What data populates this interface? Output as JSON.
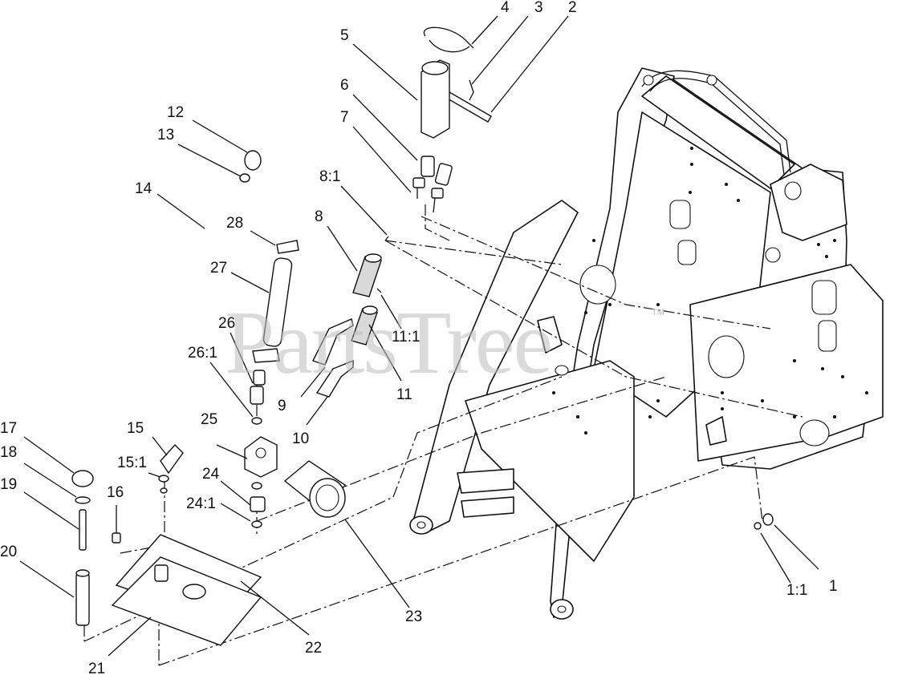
{
  "watermark": {
    "text": "PartsTree",
    "trademark": "TM"
  },
  "callouts": [
    {
      "id": "c1",
      "label": "1"
    },
    {
      "id": "c1-1",
      "label": "1:1"
    },
    {
      "id": "c2",
      "label": "2"
    },
    {
      "id": "c3",
      "label": "3"
    },
    {
      "id": "c4",
      "label": "4"
    },
    {
      "id": "c5",
      "label": "5"
    },
    {
      "id": "c6",
      "label": "6"
    },
    {
      "id": "c7",
      "label": "7"
    },
    {
      "id": "c8-1",
      "label": "8:1"
    },
    {
      "id": "c8",
      "label": "8"
    },
    {
      "id": "c9",
      "label": "9"
    },
    {
      "id": "c10",
      "label": "10"
    },
    {
      "id": "c11-1",
      "label": "11:1"
    },
    {
      "id": "c11",
      "label": "11"
    },
    {
      "id": "c12",
      "label": "12"
    },
    {
      "id": "c13",
      "label": "13"
    },
    {
      "id": "c14",
      "label": "14"
    },
    {
      "id": "c15",
      "label": "15"
    },
    {
      "id": "c15-1",
      "label": "15:1"
    },
    {
      "id": "c16",
      "label": "16"
    },
    {
      "id": "c17",
      "label": "17"
    },
    {
      "id": "c18",
      "label": "18"
    },
    {
      "id": "c19",
      "label": "19"
    },
    {
      "id": "c20",
      "label": "20"
    },
    {
      "id": "c21",
      "label": "21"
    },
    {
      "id": "c22",
      "label": "22"
    },
    {
      "id": "c23",
      "label": "23"
    },
    {
      "id": "c24",
      "label": "24"
    },
    {
      "id": "c24-1",
      "label": "24:1"
    },
    {
      "id": "c25",
      "label": "25"
    },
    {
      "id": "c26",
      "label": "26"
    },
    {
      "id": "c26-1",
      "label": "26:1"
    },
    {
      "id": "c27",
      "label": "27"
    },
    {
      "id": "c28",
      "label": "28"
    }
  ]
}
